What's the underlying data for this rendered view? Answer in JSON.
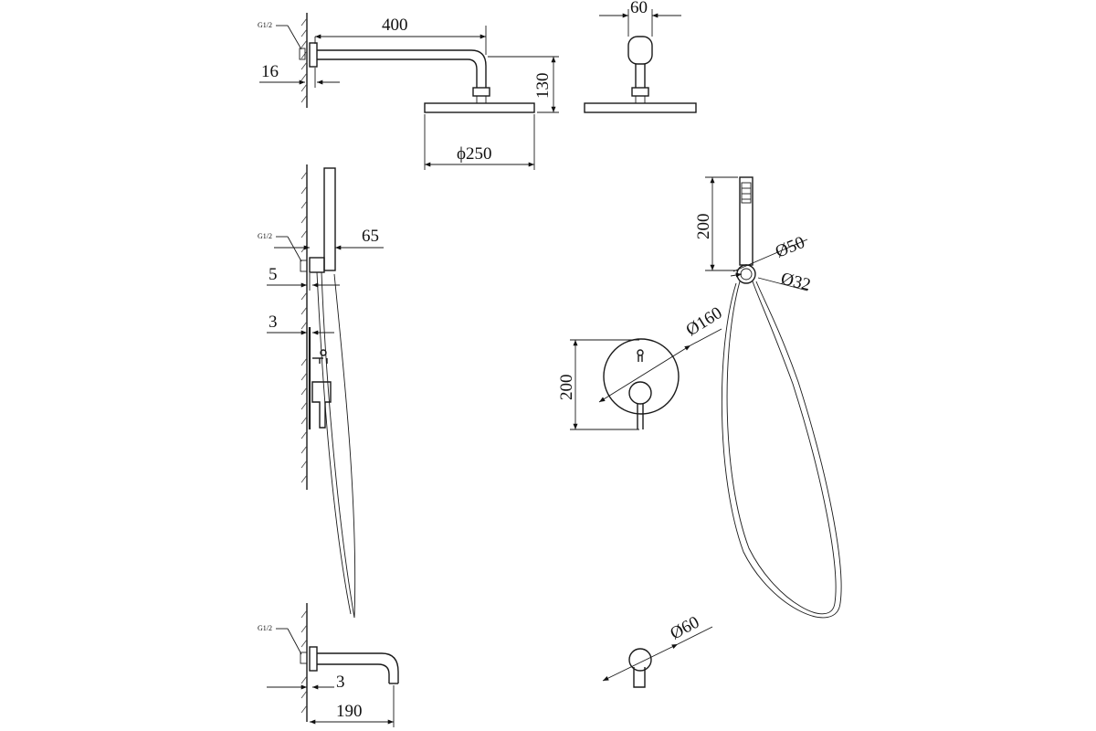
{
  "drawing": {
    "thread_label": "G1/2",
    "dimensions": {
      "arm_length": "400",
      "wall_gap_top": "16",
      "drop_height": "130",
      "head_diameter": "ϕ250",
      "side_width": "60",
      "handheld_depth": "65",
      "bracket_gap": "5",
      "mixer_plate": "3",
      "handheld_height": "200",
      "holder_outer": "Ø50",
      "holder_inner": "Ø32",
      "mixer_diameter": "Ø160",
      "mixer_height": "200",
      "spout_plate": "3",
      "spout_length": "190",
      "spout_rosette": "Ø60"
    }
  }
}
